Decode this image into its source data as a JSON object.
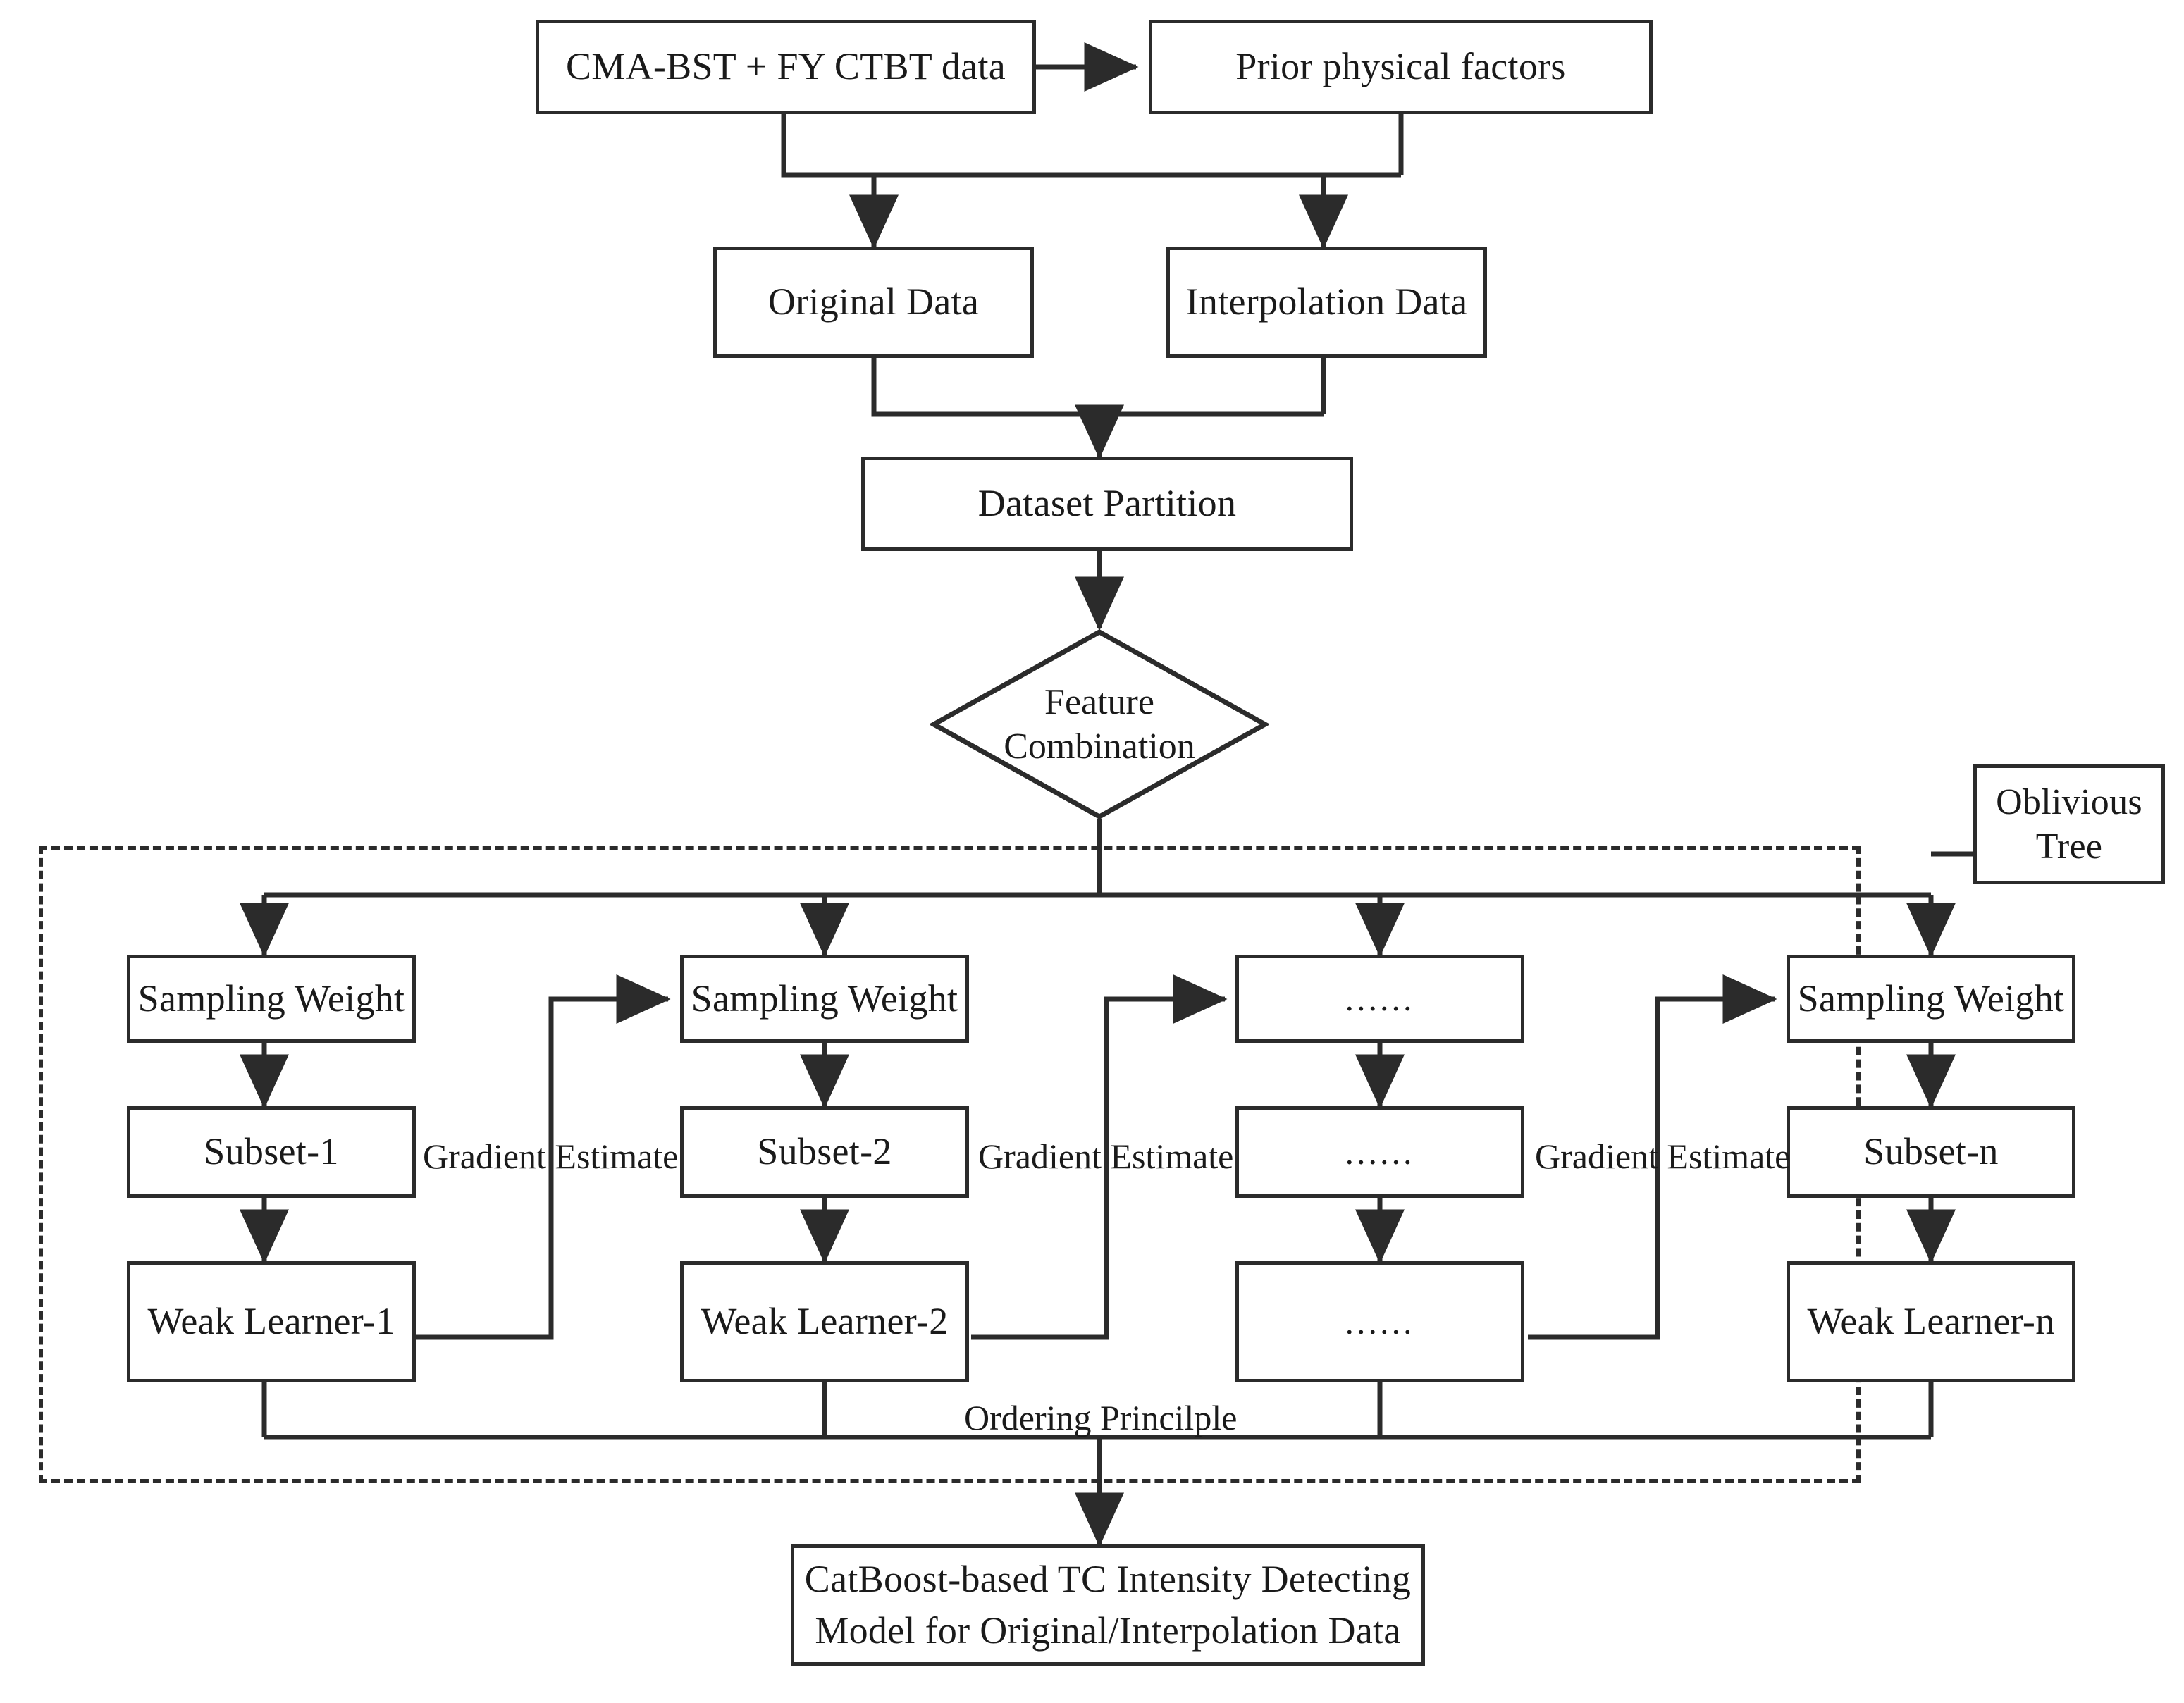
{
  "diagram": {
    "title": "CatBoost-based TC intensity detecting model flowchart",
    "ink_color": "#2b2b2b",
    "background": "#ffffff"
  },
  "nodes": {
    "source_data": "CMA-BST + FY CTBT data",
    "prior_factors": "Prior physical factors",
    "original_data": "Original Data",
    "interpolation_data": "Interpolation Data",
    "dataset_partition": "Dataset Partition",
    "feature_combination": "Feature\nCombination",
    "feature_combination_line1": "Feature",
    "feature_combination_line2": "Combination",
    "oblivious_tree_line1": "Oblivious",
    "oblivious_tree_line2": "Tree",
    "final_model_line1": "CatBoost-based TC Intensity Detecting",
    "final_model_line2": "Model for Original/Interpolation Data"
  },
  "columns": [
    {
      "index": 1,
      "sampling_weight": "Sampling Weight",
      "subset": "Subset-1",
      "weak_learner": "Weak Learner-1"
    },
    {
      "index": 2,
      "sampling_weight": "Sampling Weight",
      "subset": "Subset-2",
      "weak_learner": "Weak Learner-2"
    },
    {
      "index": 3,
      "sampling_weight": "......",
      "subset": "......",
      "weak_learner": "......"
    },
    {
      "index": 4,
      "sampling_weight": "Sampling Weight",
      "subset": "Subset-n",
      "weak_learner": "Weak Learner-n"
    }
  ],
  "edge_labels": {
    "gradient_estimate_1": "Gradient Estimate",
    "gradient_estimate_2": "Gradient Estimate",
    "gradient_estimate_3": "Gradient Estimate",
    "ordering_principle": "Ordering Princilple"
  }
}
